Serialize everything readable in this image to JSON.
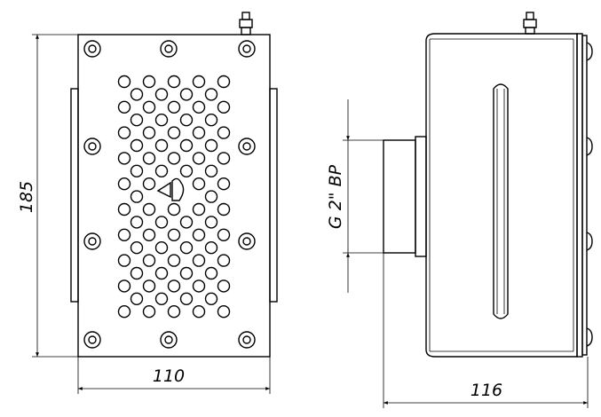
{
  "drawing": {
    "front_view": {
      "height_dimension": "185",
      "width_dimension": "110"
    },
    "side_view": {
      "thread_dimension": "G 2\" ВР",
      "depth_dimension": "116"
    },
    "colors": {
      "line": "#000000",
      "background": "#ffffff"
    }
  }
}
